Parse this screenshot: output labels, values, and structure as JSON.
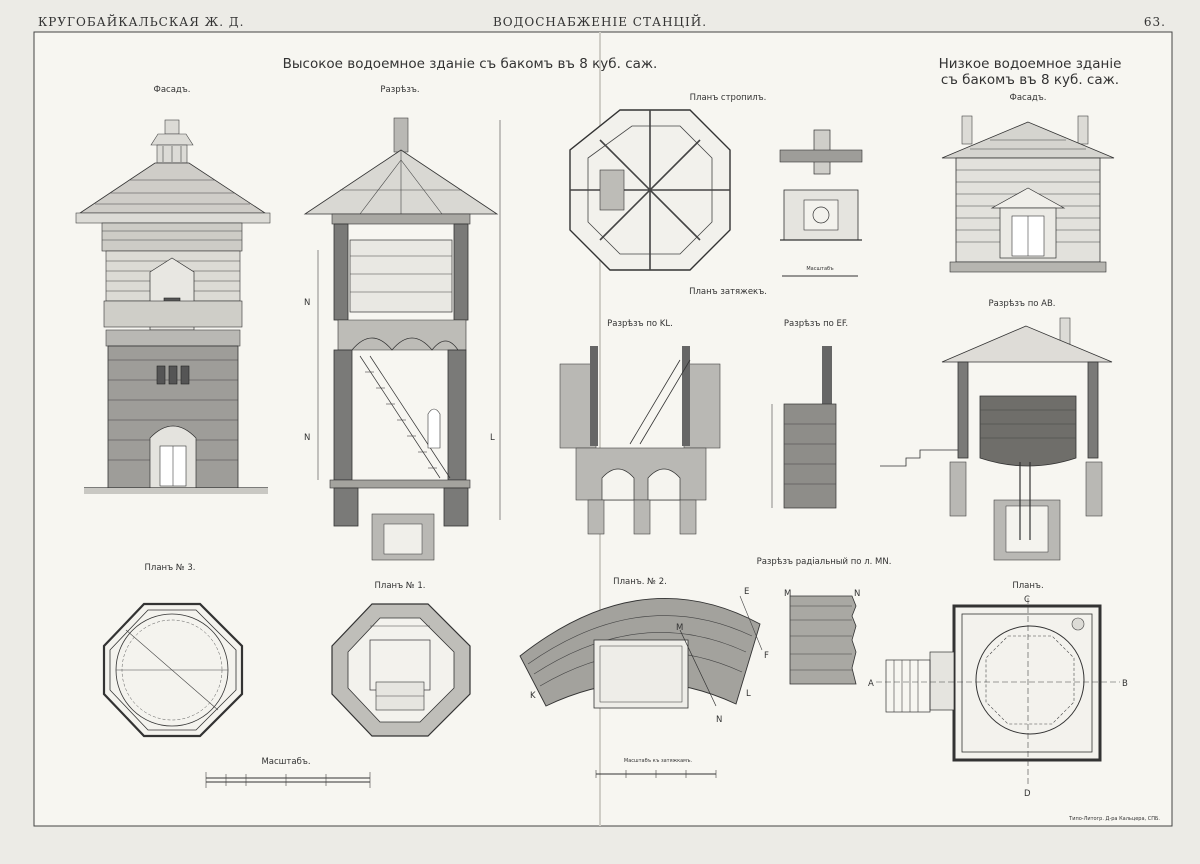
{
  "header": {
    "left": "КРУГОБАЙКАЛЬСКАЯ Ж. Д.",
    "center": "ВОДОСНАБЖЕНІЕ СТАНЦІЙ.",
    "page_number": "63."
  },
  "titles": {
    "high_building": "Высокое водоемное зданіе съ бакомъ въ 8 куб. саж.",
    "low_building_line1": "Низкое водоемное зданіе",
    "low_building_line2": "съ бакомъ въ 8 куб. саж."
  },
  "labels": {
    "facade": "Фасадъ.",
    "section": "Разрѣзъ.",
    "rafter_plan": "Планъ стропилъ.",
    "tie_plan": "Планъ затяжекъ.",
    "low_facade": "Фасадъ.",
    "section_kl": "Разрѣзъ по KL.",
    "section_ef": "Разрѣзъ по EF.",
    "section_ab": "Разрѣзъ по АВ.",
    "plan3": "Планъ № 3.",
    "plan1": "Планъ № 1.",
    "plan2": "Планъ. № 2.",
    "section_mn": "Разрѣзъ радіальный по л. MN.",
    "low_plan": "Планъ.",
    "scale_main": "Масштабъ.",
    "scale_small": "Масштабъ",
    "scale_small_ties": "Масштабъ къ затяжкамъ.",
    "printer": "Типо-Литогр. Д-ра Кальцера, СПБ."
  },
  "markers": {
    "N": "N",
    "L": "L",
    "K": "K",
    "M": "M",
    "E": "E",
    "F": "F",
    "A": "A",
    "B": "B",
    "C": "C",
    "D": "D"
  }
}
